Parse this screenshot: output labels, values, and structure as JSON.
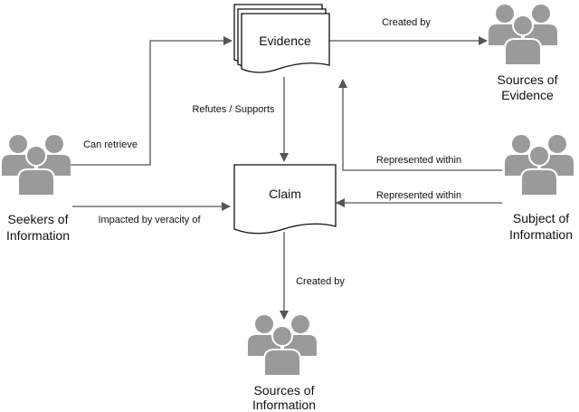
{
  "nodes": {
    "evidence": "Evidence",
    "claim": "Claim",
    "sources_of_evidence": [
      "Sources of",
      "Evidence"
    ],
    "seekers_of_information": [
      "Seekers of",
      "Information"
    ],
    "subject_of_information": [
      "Subject of",
      "Information"
    ],
    "sources_of_information": [
      "Sources of",
      "Information"
    ]
  },
  "edges": {
    "evidence_created_by": "Created by",
    "refutes_supports": "Refutes / Supports",
    "can_retrieve": "Can retrieve",
    "impacted_by_veracity": "Impacted by veracity of",
    "represented_within_evidence": "Represented within",
    "represented_within_claim": "Represented within",
    "claim_created_by": "Created by"
  },
  "colors": {
    "people_icon": "#9a9a9a",
    "arrow": "#555555",
    "document_stroke": "#111111"
  },
  "icons": [
    "people-group-icon",
    "document-stack-icon",
    "document-icon"
  ]
}
